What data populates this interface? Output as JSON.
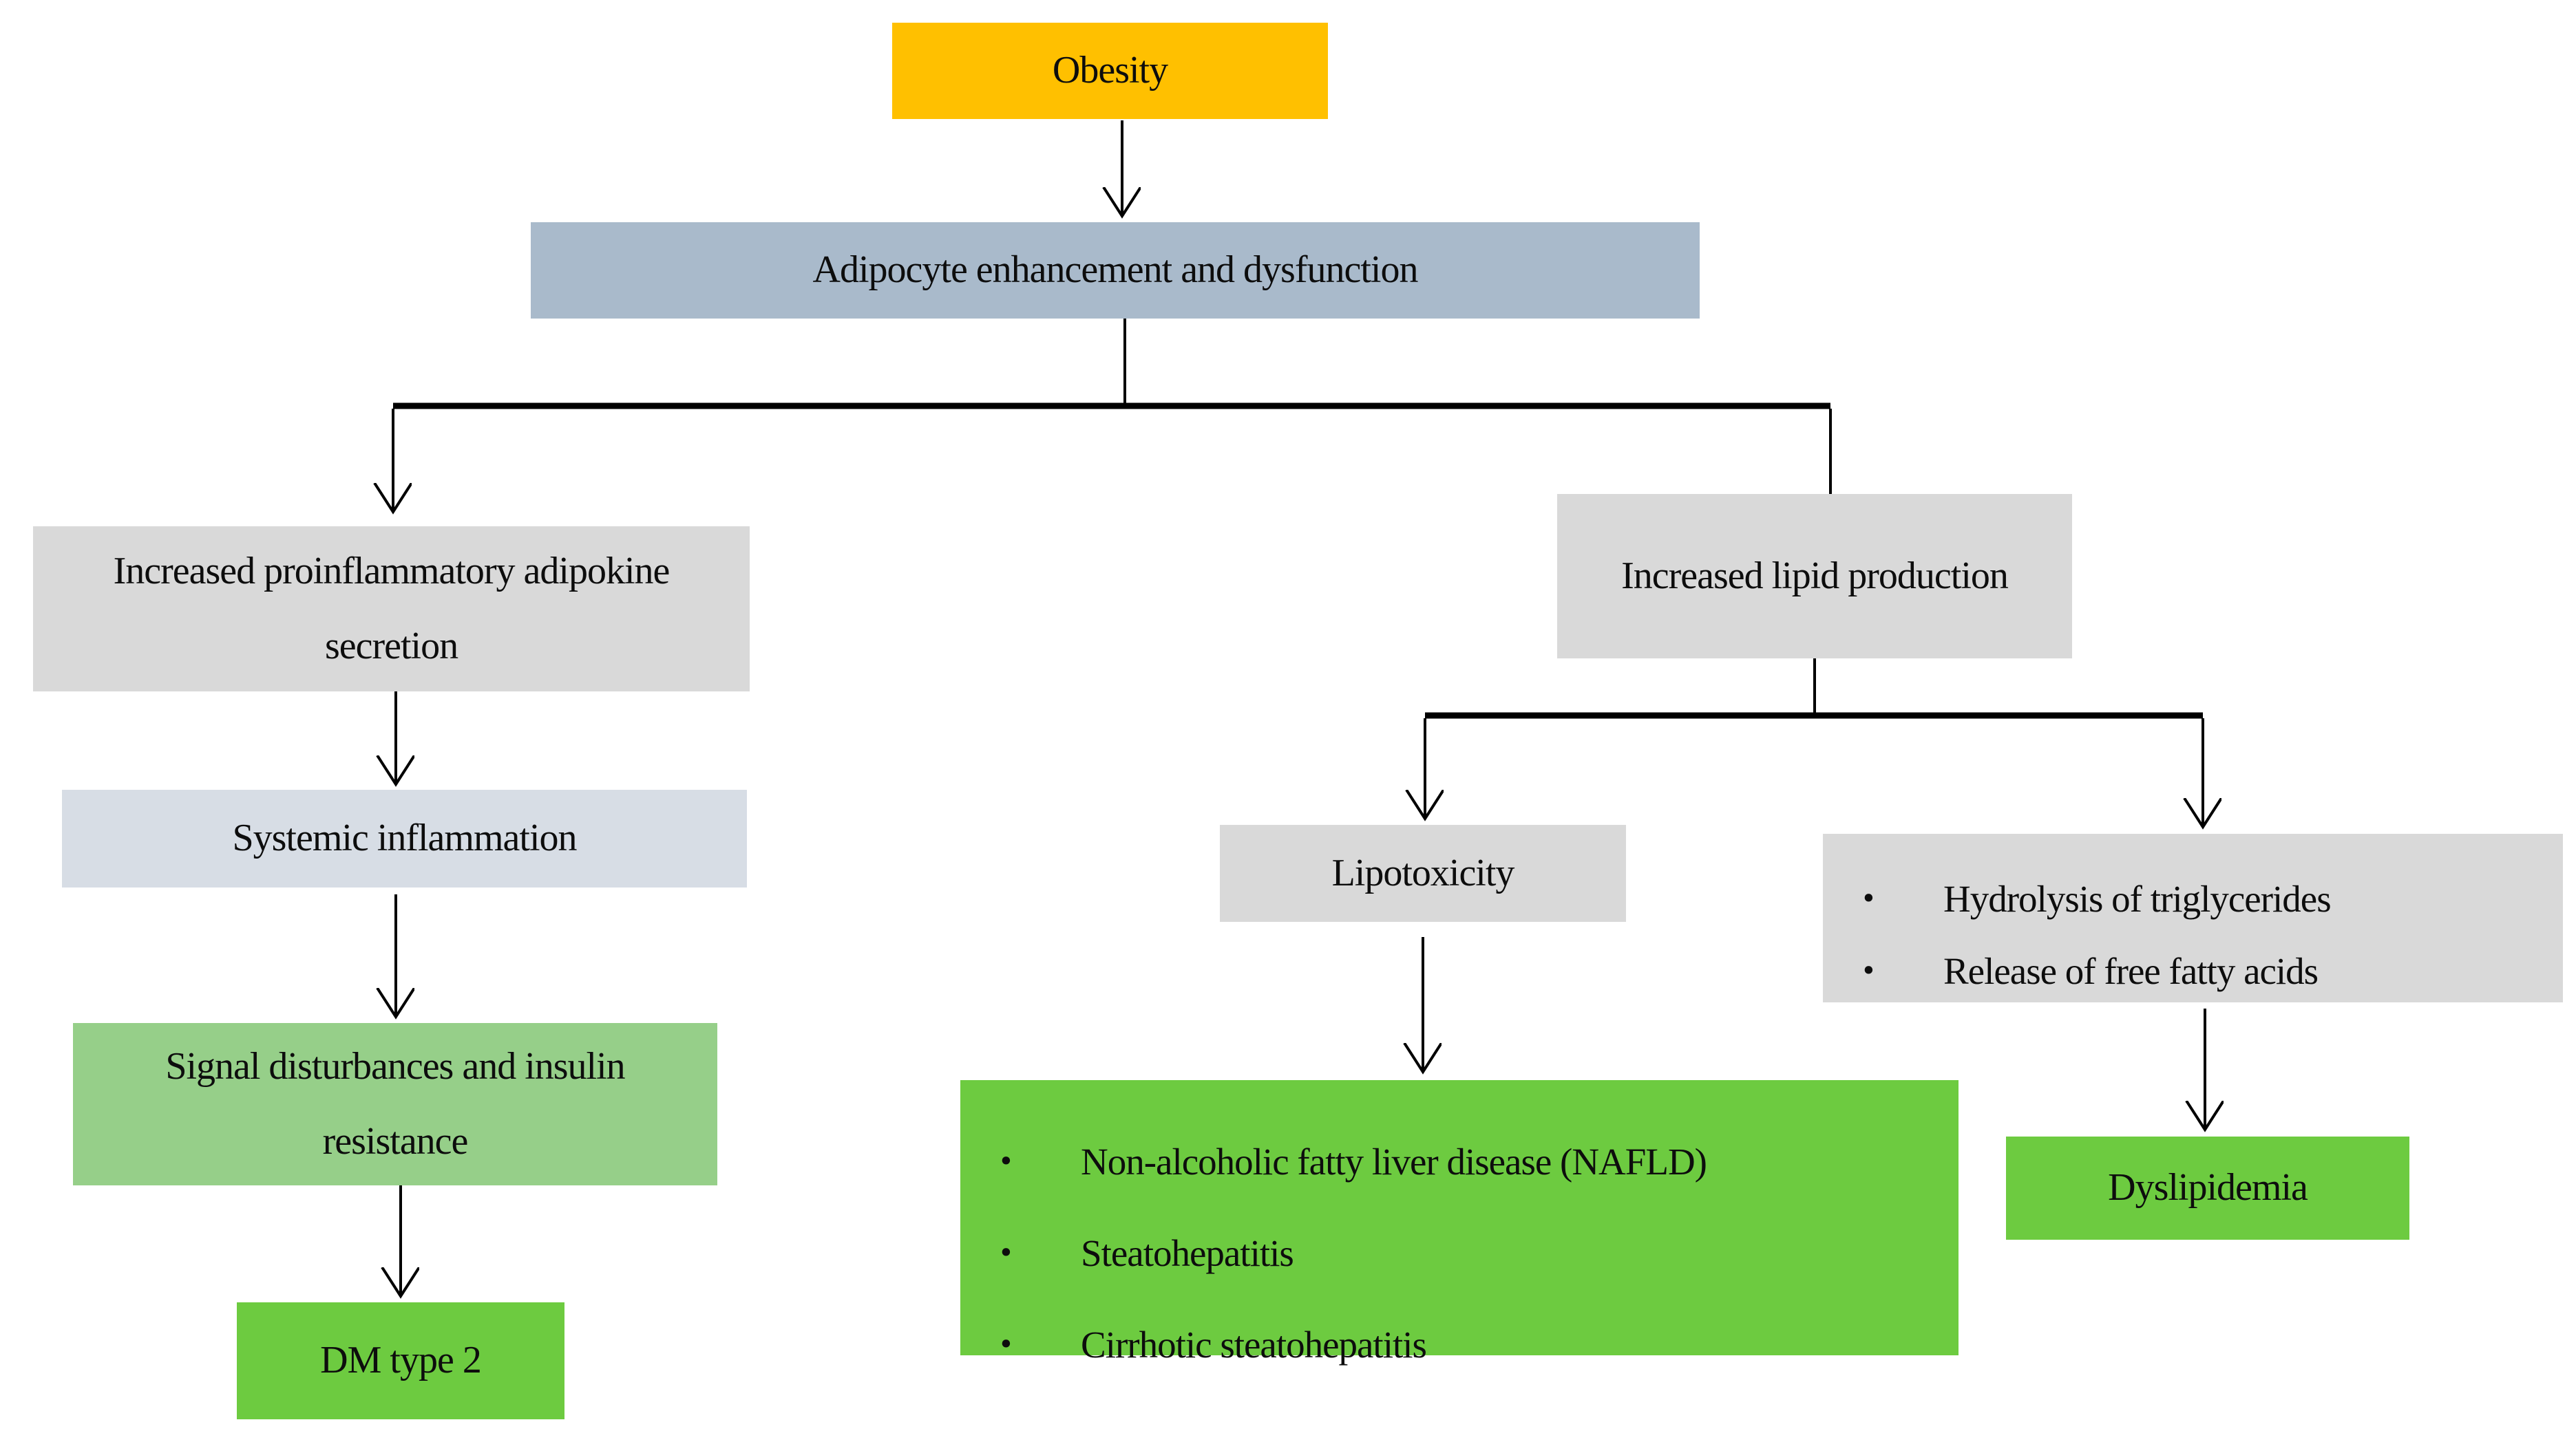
{
  "diagram": {
    "description": "Flowchart of obesity-driven adipocyte dysfunction leading to metabolic diseases",
    "nodes": {
      "obesity": {
        "label": "Obesity"
      },
      "adipocyte": {
        "label": "Adipocyte enhancement and dysfunction"
      },
      "proinflammatory": {
        "label": "Increased proinflammatory adipokine secretion"
      },
      "systemic": {
        "label": "Systemic inflammation"
      },
      "signal": {
        "label": "Signal disturbances and insulin resistance"
      },
      "dm": {
        "label": "DM type 2"
      },
      "lipid": {
        "label": "Increased lipid production"
      },
      "lipotoxicity": {
        "label": "Lipotoxicity"
      },
      "hydrolysis": {
        "items": [
          "Hydrolysis of triglycerides",
          "Release of free fatty acids"
        ]
      },
      "liver": {
        "items": [
          "Non-alcoholic fatty liver disease (NAFLD)",
          "Steatohepatitis",
          "Cirrhotic steatohepatitis"
        ]
      },
      "dyslipidemia": {
        "label": "Dyslipidemia"
      }
    },
    "colors": {
      "gold": "#FFC000",
      "blue_gray": "#A9BACB",
      "light_blue": "#D7DDE5",
      "gray": "#D9D9D9",
      "light_green": "#96CF89",
      "green": "#6DCB40",
      "line": "#000000",
      "background": "#FFFFFF"
    }
  }
}
